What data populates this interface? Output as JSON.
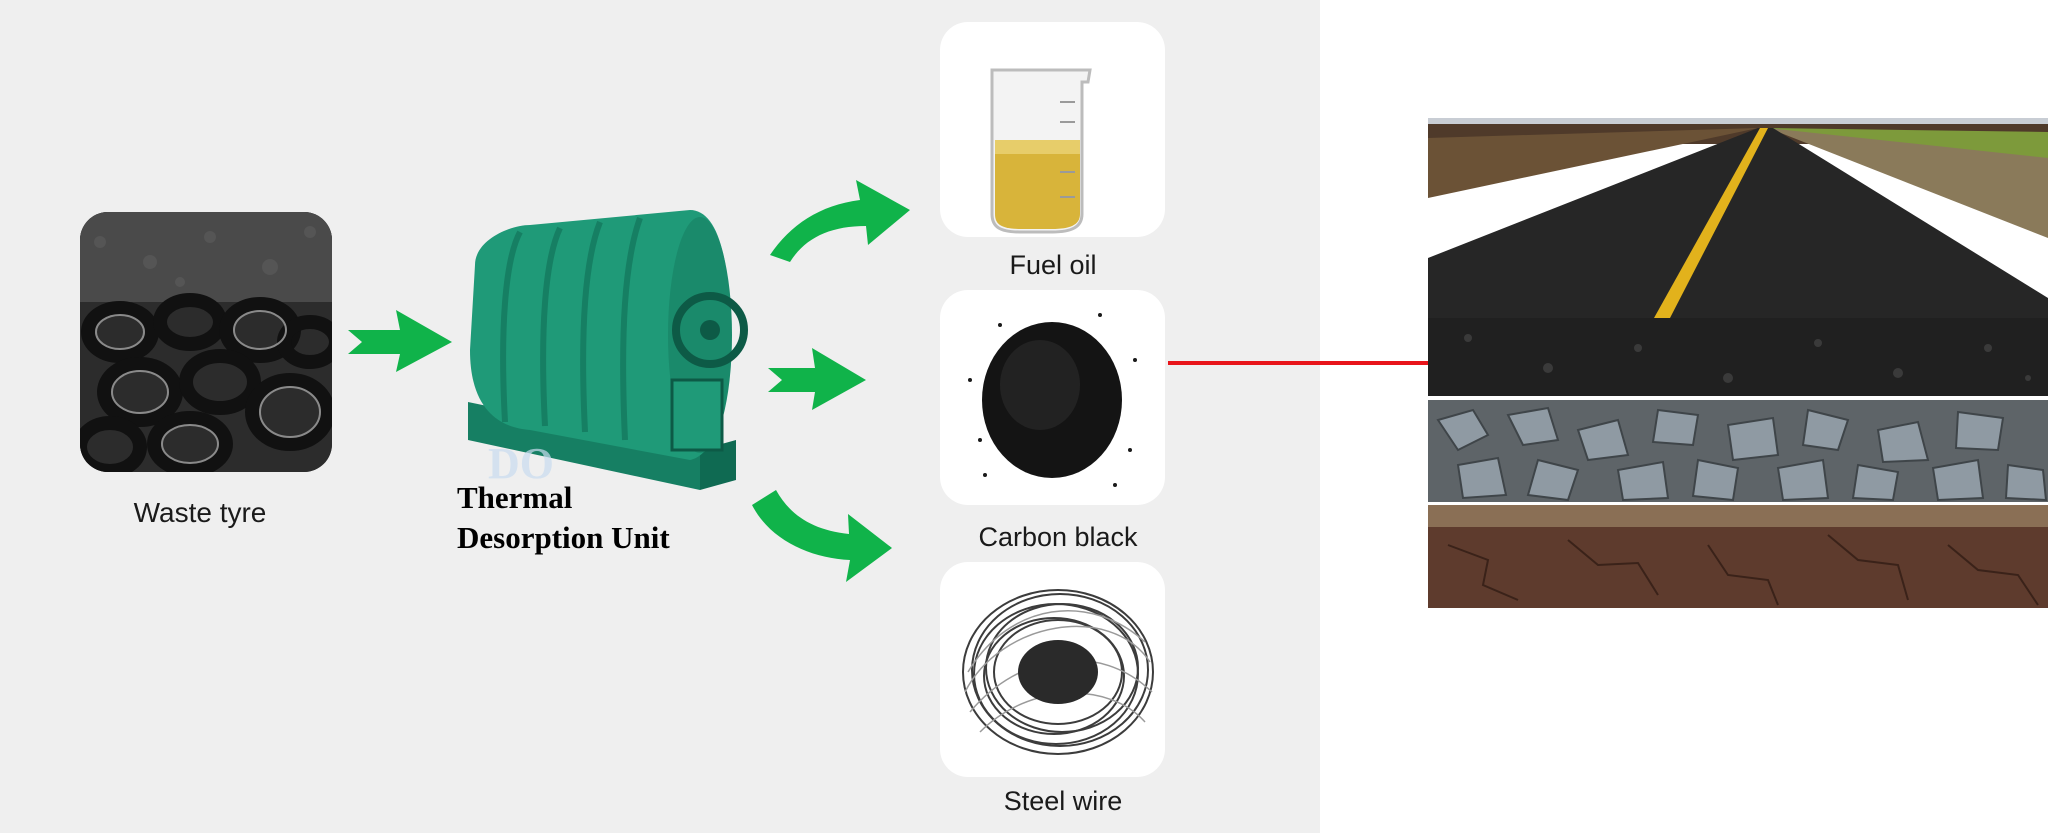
{
  "labels": {
    "waste_tyre": "Waste tyre",
    "unit_line1": "Thermal",
    "unit_line2": "Desorption Unit",
    "fuel_oil": "Fuel oil",
    "carbon_black": "Carbon black",
    "steel_wire": "Steel wire"
  },
  "watermark": "DO",
  "colors": {
    "panel_bg": "#efefef",
    "arrow_green": "#10b34a",
    "arrow_red": "#e8141a",
    "machine_green": "#1f9a78"
  }
}
